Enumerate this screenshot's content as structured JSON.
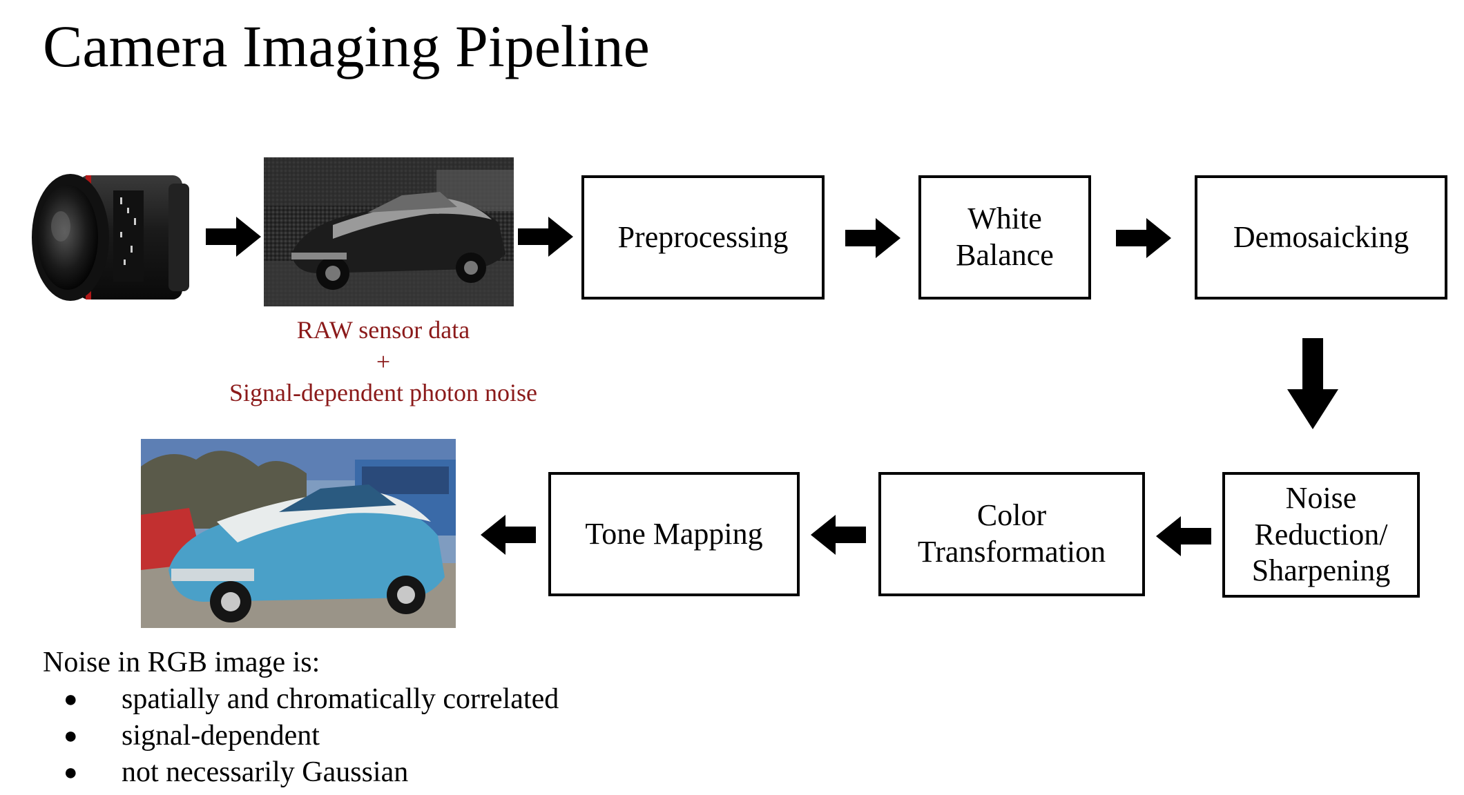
{
  "title": "Camera Imaging Pipeline",
  "caption": {
    "line1": "RAW sensor data",
    "line2": "+",
    "line3": "Signal-dependent photon noise"
  },
  "stages": {
    "preprocessing": [
      "Preprocessing"
    ],
    "white_balance": [
      "White",
      "Balance"
    ],
    "demosaicking": [
      "Demosaicking"
    ],
    "noise_reduction": [
      "Noise",
      "Reduction/",
      "Sharpening"
    ],
    "color_transformation": [
      "Color",
      "Transformation"
    ],
    "tone_mapping": [
      "Tone Mapping"
    ]
  },
  "notes": {
    "heading": "Noise in RGB image is:",
    "items": [
      "spatially and chromatically correlated",
      "signal-dependent",
      "not necessarily Gaussian"
    ]
  },
  "colors": {
    "caption": "#8b1a1a",
    "arrow": "#000000"
  }
}
